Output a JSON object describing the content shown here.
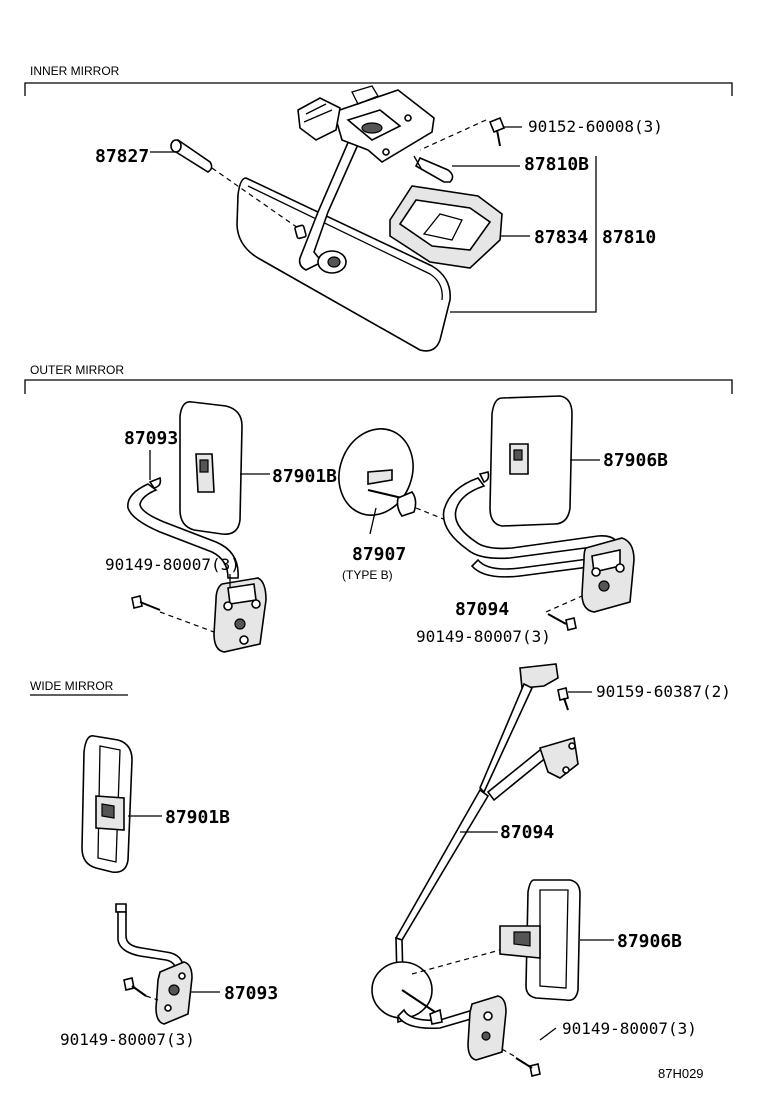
{
  "sections": {
    "inner": "INNER MIRROR",
    "outer": "OUTER MIRROR",
    "wide": "WIDE MIRROR"
  },
  "labels": {
    "p87827": "87827",
    "p90152": "90152-60008(3)",
    "p87810B": "87810B",
    "p87834": "87834",
    "p87810": "87810",
    "p87093_outer": "87093",
    "p87901B_outer": "87901B",
    "p87906B_outer": "87906B",
    "p87907": "87907",
    "typeB": "(TYPE B)",
    "p90149_outer_left": "90149-80007(3)",
    "p87094_outer": "87094",
    "p90149_outer_right": "90149-80007(3)",
    "p90159": "90159-60387(2)",
    "p87901B_wide": "87901B",
    "p87094_wide": "87094",
    "p87906B_wide": "87906B",
    "p87093_wide": "87093",
    "p90149_wide_left": "90149-80007(3)",
    "p90149_wide_right": "90149-80007(3)",
    "code": "87H029"
  }
}
